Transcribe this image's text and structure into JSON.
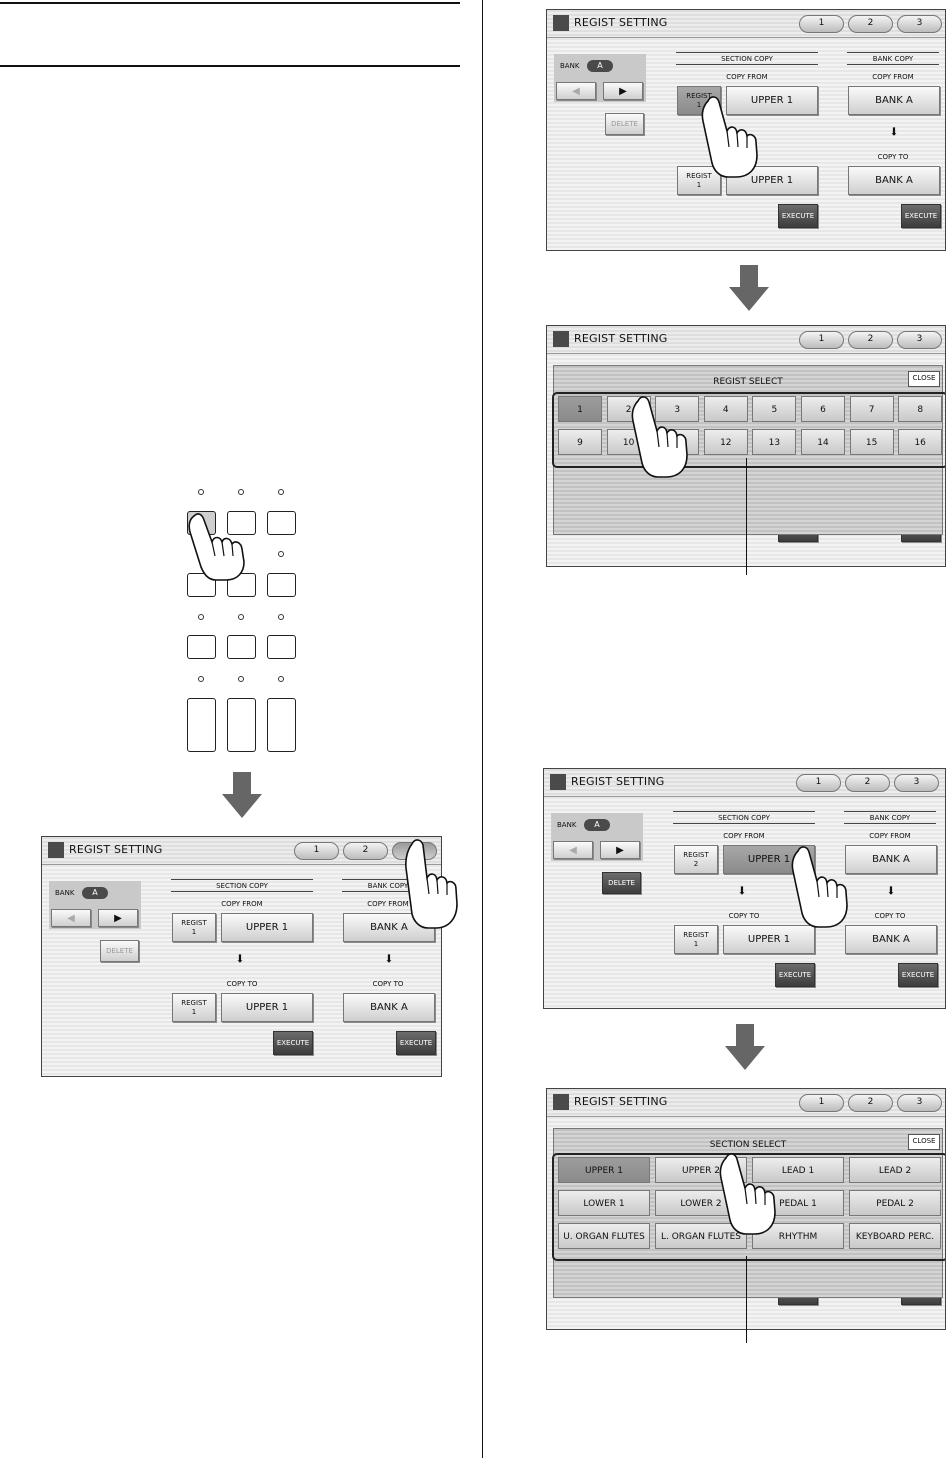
{
  "screens": {
    "title": "REGIST SETTING",
    "tabs": [
      "1",
      "2",
      "3"
    ],
    "bank_label": "BANK",
    "bank_value": "A",
    "delete_label": "DELETE",
    "section_copy_label": "SECTION COPY",
    "bank_copy_label": "BANK COPY",
    "copy_from_label": "COPY FROM",
    "copy_to_label": "COPY TO",
    "regist_label": "REGIST",
    "upper1_label": "UPPER 1",
    "bank_a_label": "BANK  A",
    "execute_label": "EXECUTE",
    "close_label": "CLOSE"
  },
  "screen1": {
    "regist_from_no": "1",
    "regist_to_no": "1"
  },
  "screen2": {
    "regist_from_no": "1",
    "regist_to_no": "1"
  },
  "screen4": {
    "regist_from_no": "2",
    "regist_to_no": "1"
  },
  "regist_select": {
    "title": "REGIST SELECT",
    "buttons": [
      "1",
      "2",
      "3",
      "4",
      "5",
      "6",
      "7",
      "8",
      "9",
      "10",
      "11",
      "12",
      "13",
      "14",
      "15",
      "16"
    ]
  },
  "section_select": {
    "title": "SECTION SELECT",
    "buttons": [
      "UPPER 1",
      "UPPER 2",
      "LEAD 1",
      "LEAD 2",
      "LOWER 1",
      "LOWER 2",
      "PEDAL 1",
      "PEDAL 2",
      "U. ORGAN FLUTES",
      "L. ORGAN FLUTES",
      "RHYTHM",
      "KEYBOARD PERC."
    ]
  },
  "hidden_execute": "EXECUTE"
}
